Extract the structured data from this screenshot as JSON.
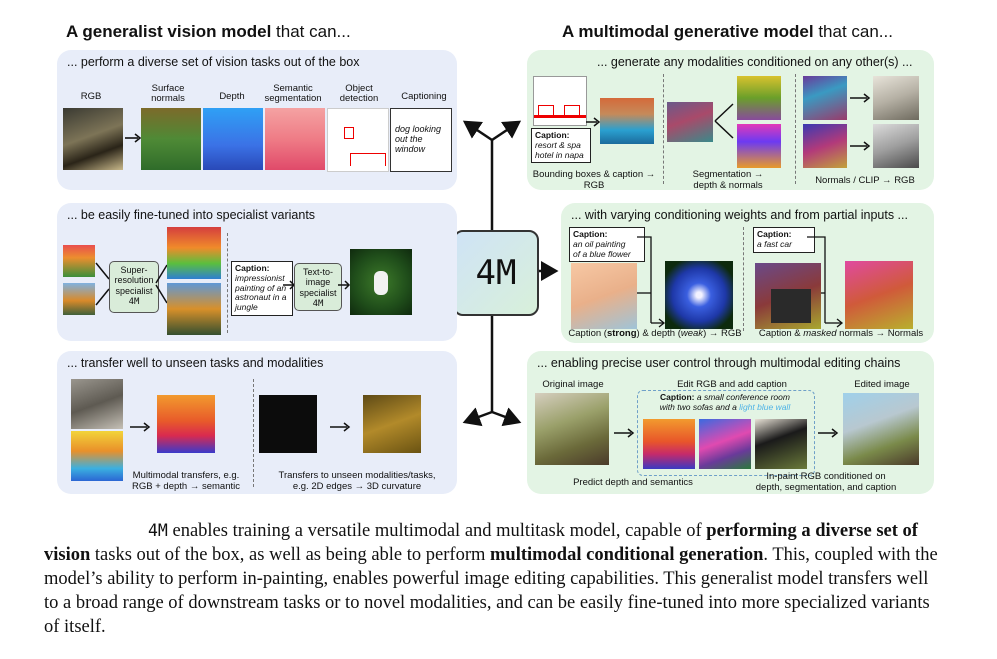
{
  "header_left": {
    "bold": "A generalist vision model",
    "rest": " that can..."
  },
  "header_right": {
    "bold": "A multimodal generative model",
    "rest": " that can..."
  },
  "center_label": "4M",
  "panel1": {
    "title": "... perform a diverse set of vision tasks out of the box",
    "labels": [
      "RGB",
      "Surface\nnormals",
      "Depth",
      "Semantic\nsegmentation",
      "Object\ndetection",
      "Captioning"
    ],
    "caption_text": "dog looking\nout the\nwindow"
  },
  "panel2": {
    "title": "... be easily fine-tuned into specialist variants",
    "specialist1": "Super-\nresolution\nspecialist",
    "specialist1_tag": "4M",
    "caption_label": "Caption:",
    "caption_text": "impressionist\npainting of an\nastronaut in a\njungle",
    "specialist2": "Text-to-\nimage\nspecialist",
    "specialist2_tag": "4M"
  },
  "panel3": {
    "title": "... transfer well to unseen tasks and modalities",
    "caption1": "Multimodal transfers, e.g.\nRGB + depth → semantic",
    "caption2": "Transfers to unseen modalities/tasks,\ne.g. 2D edges → 3D curvature"
  },
  "panel4": {
    "title": "... generate any modalities conditioned on any other(s) ...",
    "caption_label": "Caption:",
    "caption_text": "resort & spa\nhotel in napa",
    "sub1": "Bounding boxes & caption →\nRGB",
    "sub2": "Segmentation →\ndepth & normals",
    "sub3": "Normals / CLIP → RGB"
  },
  "panel5": {
    "title": "... with varying conditioning weights and from partial inputs ...",
    "cap1_label": "Caption:",
    "cap1_text": "an oil painting\nof a blue flower",
    "cap2_label": "Caption:",
    "cap2_text": "a fast car",
    "sub1_a": "Caption (",
    "sub1_b": "strong",
    "sub1_c": ") & depth (",
    "sub1_d": "weak",
    "sub1_e": ") → RGB",
    "sub2_a": "Caption & ",
    "sub2_b": "masked",
    "sub2_c": " normals → Normals"
  },
  "panel6": {
    "title": "... enabling precise user control through multimodal editing chains",
    "label_original": "Original image",
    "label_edit": "Edit RGB and add caption",
    "label_edited": "Edited image",
    "caption_label": "Caption:",
    "caption_text_a": "a small conference room\nwith two sofas and a ",
    "caption_text_b": "light blue wall",
    "predict": "Predict depth and semantics",
    "inpaint": "In-paint RGB conditioned on\ndepth, segmentation, and caption"
  },
  "paragraph": {
    "model": "4M",
    "t1": " enables training a versatile multimodal and multitask model, capable of ",
    "b1": "performing a diverse set of vision",
    "t2": " tasks out of the box, as well as being able to perform ",
    "b2": "multimodal conditional generation",
    "t3": ". This, coupled with the model’s ability to perform in-painting, enables powerful image editing capabilities. This generalist model transfers well to a broad range of downstream tasks or to novel modalities, and can be easily fine-tuned into more specialized variants of itself."
  },
  "colors": {
    "blue_panel": "#e8edf9",
    "green_panel": "#e3f4e4",
    "light_blue_text": "#4fb3e6"
  }
}
